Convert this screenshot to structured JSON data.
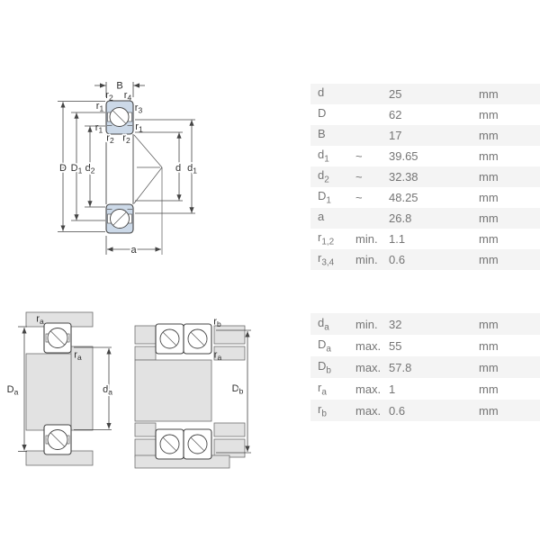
{
  "colors": {
    "bearing_section_blue": "#ccd9e8",
    "metal_gray": "#e2e2e2",
    "line": "#444444",
    "table_alt_row": "#f4f4f4",
    "table_text": "#757575"
  },
  "drawing_top": {
    "b": {
      "base": "B",
      "sub": ""
    },
    "r2_tl": {
      "base": "r",
      "sub": "2"
    },
    "r4_tr": {
      "base": "r",
      "sub": "4"
    },
    "r1_upper_left": {
      "base": "r",
      "sub": "1"
    },
    "r3_upper_right": {
      "base": "r",
      "sub": "3"
    },
    "r1_lower_left": {
      "base": "r",
      "sub": "1"
    },
    "r1_lower_right": {
      "base": "r",
      "sub": "1"
    },
    "r2_bl": {
      "base": "r",
      "sub": "2"
    },
    "r2_br": {
      "base": "r",
      "sub": "2"
    },
    "dim_D": {
      "base": "D",
      "sub": ""
    },
    "dim_D1": {
      "base": "D",
      "sub": "1"
    },
    "dim_d2": {
      "base": "d",
      "sub": "2"
    },
    "dim_d": {
      "base": "d",
      "sub": ""
    },
    "dim_d1": {
      "base": "d",
      "sub": "1"
    },
    "dim_a": {
      "base": "a",
      "sub": ""
    }
  },
  "drawing_bottom": {
    "ra_housing": {
      "base": "r",
      "sub": "a"
    },
    "ra_shaft": {
      "base": "r",
      "sub": "a"
    },
    "dim_Da": {
      "base": "D",
      "sub": "a"
    },
    "dim_da": {
      "base": "d",
      "sub": "a"
    },
    "rb_housing": {
      "base": "r",
      "sub": "b"
    },
    "ra_right": {
      "base": "r",
      "sub": "a"
    },
    "dim_Db": {
      "base": "D",
      "sub": "b"
    }
  },
  "table1": {
    "rows": [
      {
        "base": "d",
        "sub": "",
        "qual": "",
        "value": "25",
        "unit": "mm"
      },
      {
        "base": "D",
        "sub": "",
        "qual": "",
        "value": "62",
        "unit": "mm"
      },
      {
        "base": "B",
        "sub": "",
        "qual": "",
        "value": "17",
        "unit": "mm"
      },
      {
        "base": "d",
        "sub": "1",
        "qual": "~",
        "value": "39.65",
        "unit": "mm"
      },
      {
        "base": "d",
        "sub": "2",
        "qual": "~",
        "value": "32.38",
        "unit": "mm"
      },
      {
        "base": "D",
        "sub": "1",
        "qual": "~",
        "value": "48.25",
        "unit": "mm"
      },
      {
        "base": "a",
        "sub": "",
        "qual": "",
        "value": "26.8",
        "unit": "mm"
      },
      {
        "base": "r",
        "sub": "1,2",
        "qual": "min.",
        "value": "1.1",
        "unit": "mm"
      },
      {
        "base": "r",
        "sub": "3,4",
        "qual": "min.",
        "value": "0.6",
        "unit": "mm"
      }
    ]
  },
  "table2": {
    "rows": [
      {
        "base": "d",
        "sub": "a",
        "qual": "min.",
        "value": "32",
        "unit": "mm"
      },
      {
        "base": "D",
        "sub": "a",
        "qual": "max.",
        "value": "55",
        "unit": "mm"
      },
      {
        "base": "D",
        "sub": "b",
        "qual": "max.",
        "value": "57.8",
        "unit": "mm"
      },
      {
        "base": "r",
        "sub": "a",
        "qual": "max.",
        "value": "1",
        "unit": "mm"
      },
      {
        "base": "r",
        "sub": "b",
        "qual": "max.",
        "value": "0.6",
        "unit": "mm"
      }
    ]
  }
}
